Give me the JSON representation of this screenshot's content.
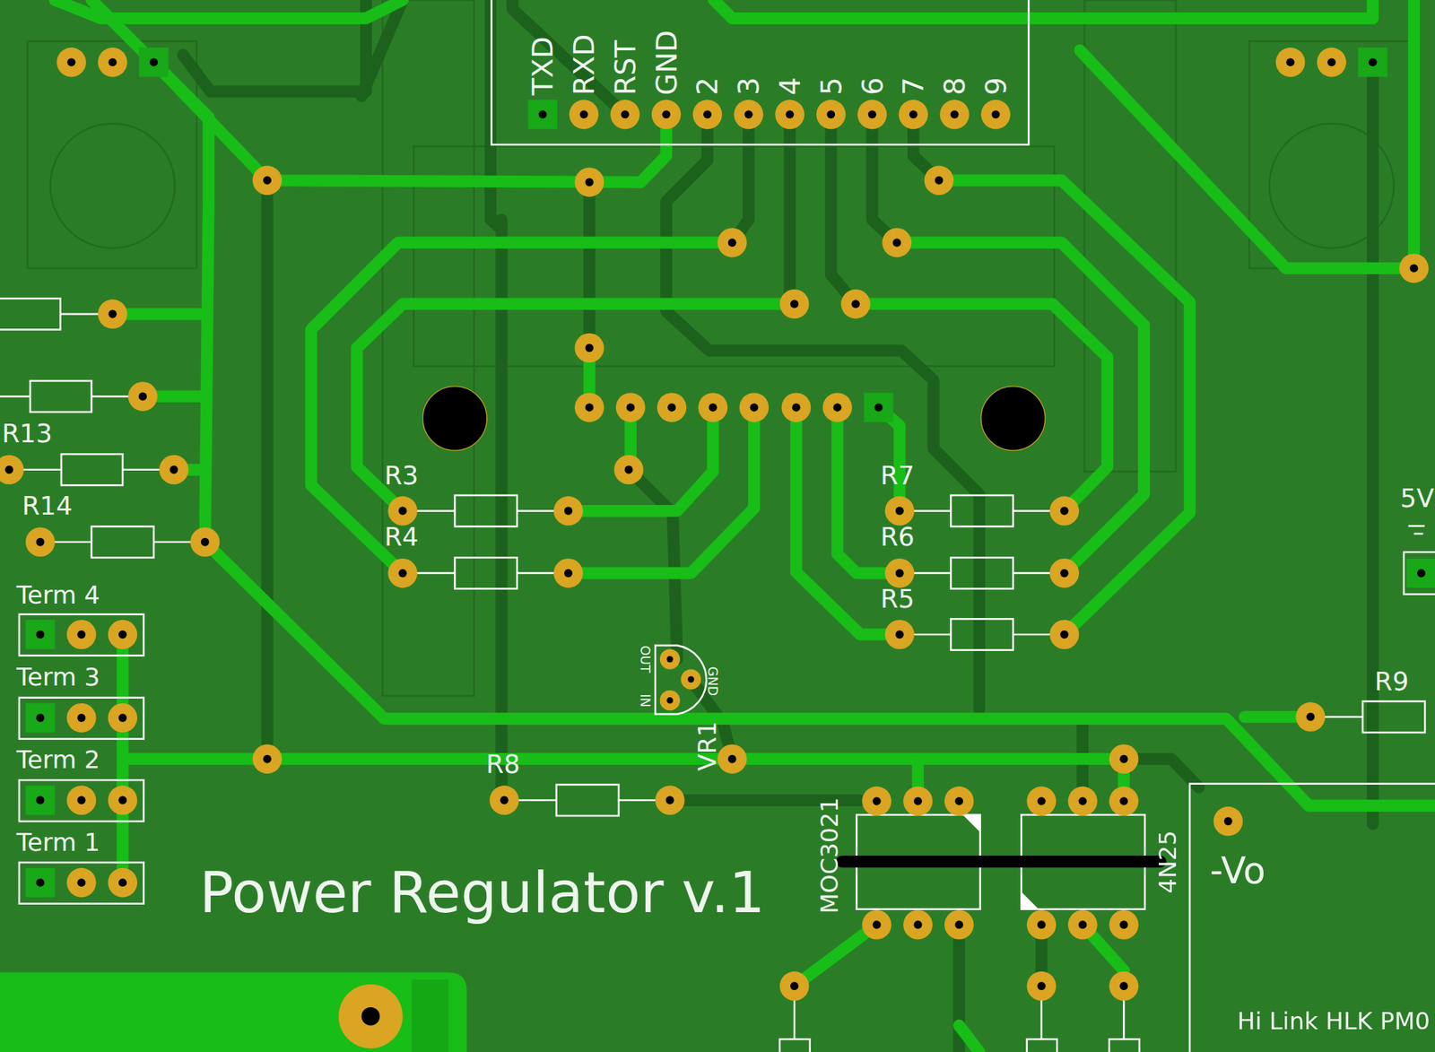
{
  "diagram": {
    "title": "Power Regulator v.1",
    "nodes": [
      {
        "text": [
          "TXD",
          "RXD",
          "RST",
          "GND",
          "2",
          "3",
          "4",
          "5",
          "6",
          "7",
          "8",
          "9"
        ]
      },
      {
        "text": [
          "-Vo",
          "Hi Link HLK PM0"
        ]
      }
    ],
    "labels": [
      "R13",
      "R14",
      "R3",
      "R4",
      "R7",
      "R6",
      "R5",
      "Term 4",
      "Term 3",
      "Term 2",
      "Term 1",
      "OUT",
      "GND",
      "IN",
      "VR1",
      "R8",
      "R9",
      "5V",
      "−",
      "MOC3021",
      "4N25"
    ]
  }
}
